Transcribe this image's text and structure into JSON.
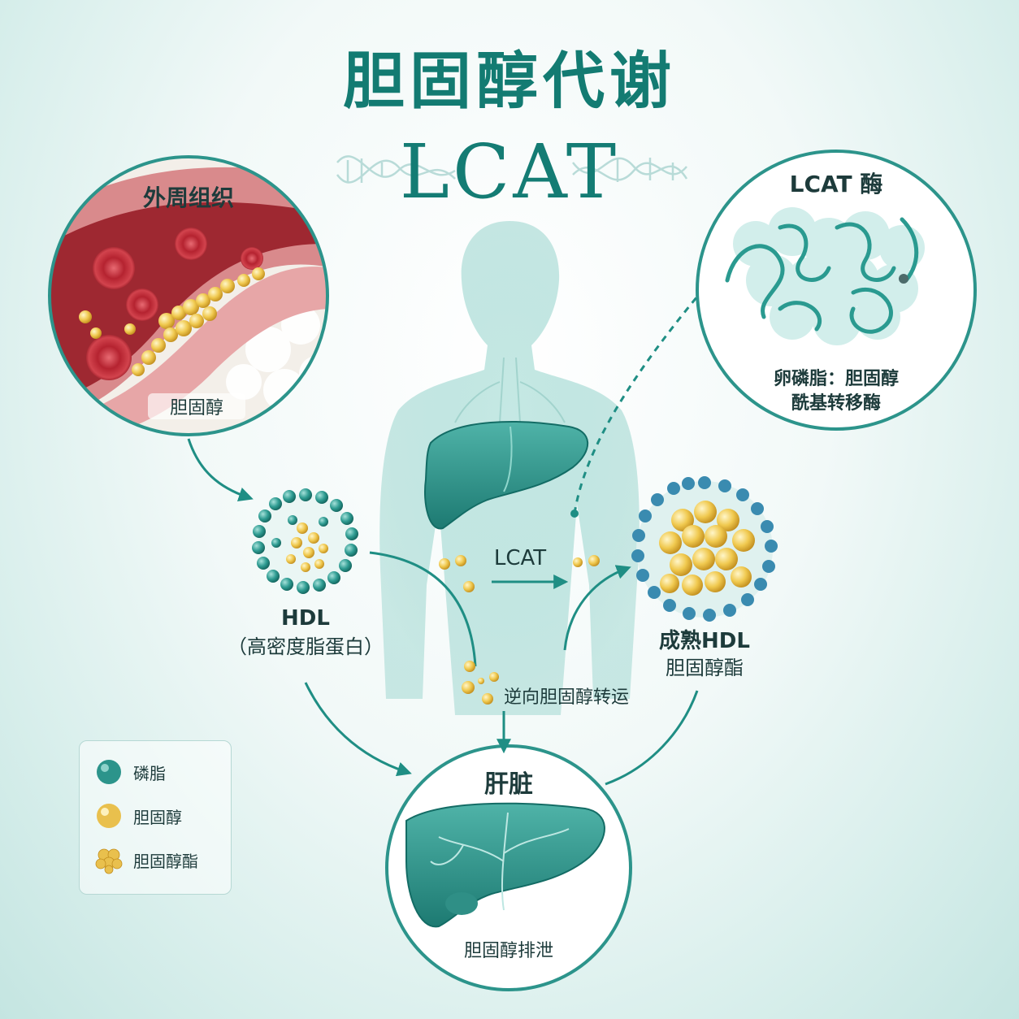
{
  "title": "胆固醇代谢",
  "subtitle": "LCAT",
  "peripheral": {
    "label": "外周组织",
    "cholesterol_label": "胆固醇"
  },
  "enzyme": {
    "label": "LCAT 酶",
    "desc_line1": "卵磷脂：胆固醇",
    "desc_line2": "酰基转移酶"
  },
  "hdl": {
    "label": "HDL",
    "desc": "（高密度脂蛋白）"
  },
  "mature_hdl": {
    "label": "成熟HDL",
    "desc": "胆固醇酯"
  },
  "reaction": {
    "label": "LCAT"
  },
  "transport": {
    "label": "逆向胆固醇转运"
  },
  "liver": {
    "label": "肝脏",
    "excretion_label": "胆固醇排泄"
  },
  "legend": [
    {
      "icon": "phospholipid-icon",
      "label": "磷脂"
    },
    {
      "icon": "cholesterol-icon",
      "label": "胆固醇"
    },
    {
      "icon": "cholesteryl-ester-icon",
      "label": "胆固醇酯"
    }
  ],
  "colors": {
    "teal": "#2c948b",
    "dark_teal": "#137b72",
    "gold": "#e9c04d",
    "vessel": "#d98a8c",
    "blood": "#a8202a"
  }
}
